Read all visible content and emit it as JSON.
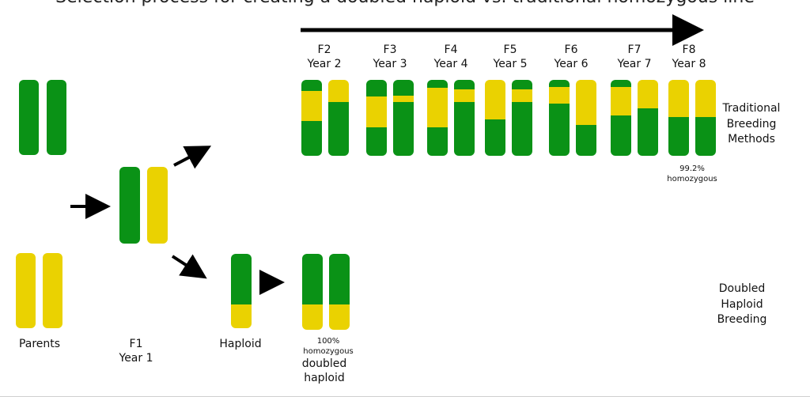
{
  "title": "Selection process for creating a doubled haploid vs. traditional homozygous line",
  "colors": {
    "green": "#0a9216",
    "yellow": "#ead201",
    "arrow": "#000000"
  },
  "generations": [
    {
      "gen": "F2",
      "year": "Year 2"
    },
    {
      "gen": "F3",
      "year": "Year 3"
    },
    {
      "gen": "F4",
      "year": "Year 4"
    },
    {
      "gen": "F5",
      "year": "Year 5"
    },
    {
      "gen": "F6",
      "year": "Year 6"
    },
    {
      "gen": "F7",
      "year": "Year 7"
    },
    {
      "gen": "F8",
      "year": "Year 8"
    }
  ],
  "labels": {
    "parents": "Parents",
    "f1_gen": "F1",
    "f1_year": "Year 1",
    "haploid": "Haploid",
    "dh_pct": "100%",
    "dh_homo": "homozygous",
    "dh_word1": "doubled",
    "dh_word2": "haploid",
    "trad_pct": "99.2%",
    "trad_homo": "homozygous",
    "trad_1": "Traditional",
    "trad_2": "Breeding",
    "trad_3": "Methods",
    "dhb_1": "Doubled",
    "dhb_2": "Haploid",
    "dhb_3": "Breeding"
  }
}
